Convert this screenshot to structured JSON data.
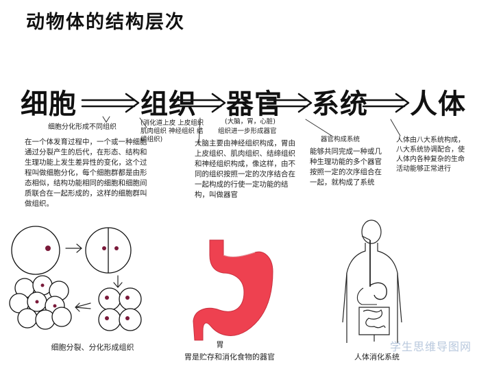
{
  "title": "动物体的结构层次",
  "stages": {
    "cell": "细胞",
    "tissue": "组织",
    "organ": "器官",
    "system": "系统",
    "body": "人体"
  },
  "notes": {
    "cell_diff_label": "细胞分化形成不同组织",
    "tissue_types": "(消化道上皮 上皮组织 肌肉组织 神经组织 结缔组织)",
    "cell_paragraph": "在一个体发育过程中，一个或一种细胞通过分裂产生的后代，在形态、结构和生理功能上发生差异性的变化，这个过程叫做细胞分化，每个细胞群都是由形态相似，结构功能相同的细胞和细胞间质联合在一起形成的，这样的细胞群叫做组织。",
    "organ_examples": "(大脑，胃，心脏)",
    "organ_label": "组织进一步形成器官",
    "organ_paragraph": "大脑主要由神经组织构成，胃由上皮组织、肌肉组织、结缔组织和神经组织构成，像这样，由不同的组织按照一定的次序结合在一起构成的行使一定功能的结构，叫做器官",
    "system_label": "器官构成系统",
    "system_paragraph": "能够共同完成一种或几种生理功能的多个器官按照一定的次序组合在一起，就构成了系统",
    "body_paragraph": "人体由八大系统构成，八大系统协调配合，使人体内各种复杂的生命活动能够正常进行"
  },
  "captions": {
    "cells": "细胞分裂、分化形成组织",
    "stomach_name": "胃",
    "stomach": "胃是贮存和消化食物的器官",
    "digestive": "人体消化系统"
  },
  "watermark": "学生思维导图网",
  "colors": {
    "ink": "#111111",
    "stomach_red": "#ee4150",
    "nucleus": "#7a1a3a"
  }
}
